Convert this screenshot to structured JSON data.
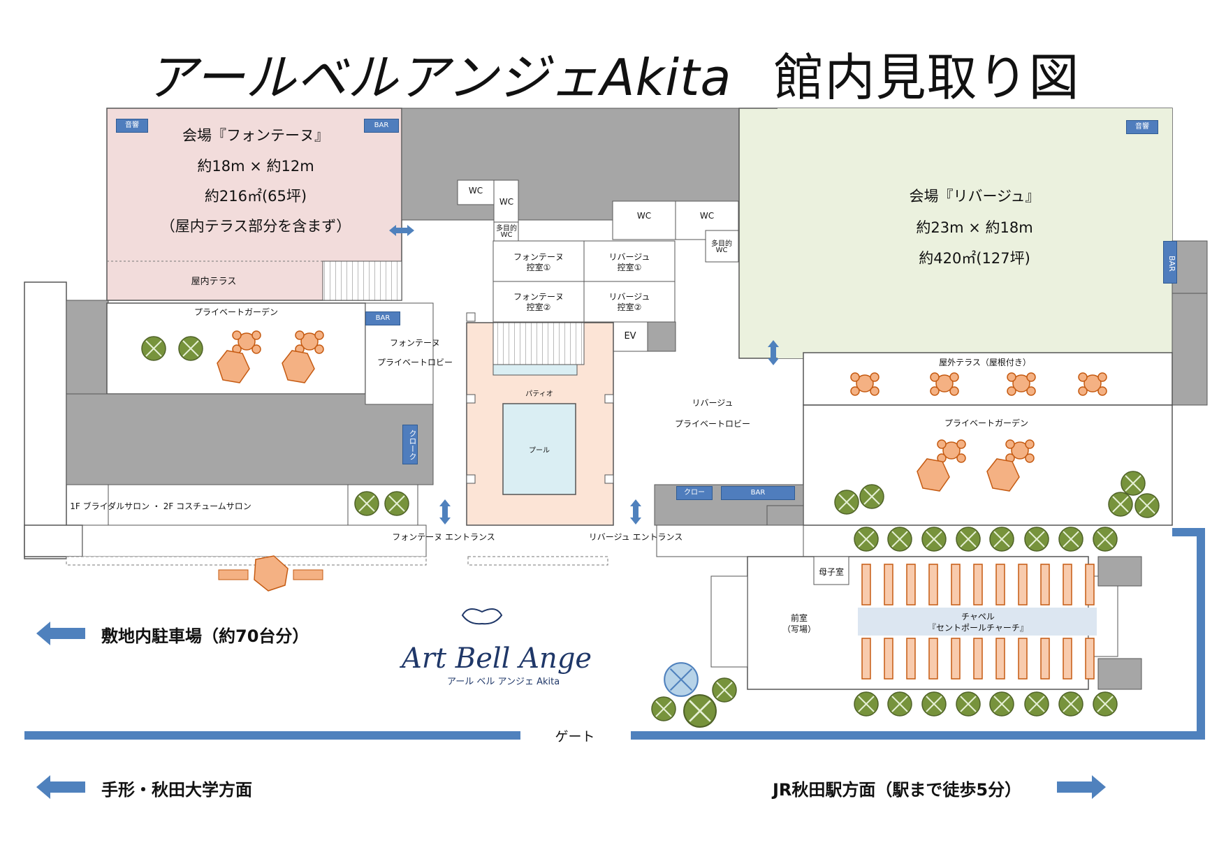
{
  "title": {
    "main": "アールベルアンジェAkita",
    "sub": "館内見取り図"
  },
  "halls": {
    "fontaine": {
      "name": "会場『フォンテーヌ』",
      "size": "約18m × 約12m",
      "area": "約216㎡(65坪)",
      "note": "（屋内テラス部分を含まず）"
    },
    "riviage": {
      "name": "会場『リバージュ』",
      "size": "約23m × 約18m",
      "area": "約420㎡(127坪)"
    }
  },
  "badges": {
    "sound": "音響",
    "bar": "BAR",
    "bar_vertical": "BAR",
    "cloak_vertical": "クローク",
    "cloak_short": "クロー",
    "ev": "EV"
  },
  "rooms": {
    "indoor_terrace": "屋内テラス",
    "private_garden": "プライベートガーデン",
    "fontaine_lobby_1": "フォンテーヌ",
    "fontaine_lobby_2": "プライベートロビー",
    "riviage_lobby_1": "リバージュ",
    "riviage_lobby_2": "プライベートロビー",
    "wc": "WC",
    "multi_wc_1": "多目的",
    "multi_wc_2": "WC",
    "fontaine_waiting_1a": "フォンテーヌ",
    "fontaine_waiting_1b": "控室①",
    "fontaine_waiting_2a": "フォンテーヌ",
    "fontaine_waiting_2b": "控室②",
    "riviage_waiting_1a": "リバージュ",
    "riviage_waiting_1b": "控室①",
    "riviage_waiting_2a": "リバージュ",
    "riviage_waiting_2b": "控室②",
    "patio": "パティオ",
    "pool": "プール",
    "outdoor_terrace": "屋外テラス（屋根付き）",
    "salon": "1F ブライダルサロン ・ 2F コスチュームサロン",
    "fontaine_entrance": "フォンテーヌ エントランス",
    "riviage_entrance": "リバージュ エントランス",
    "nursing_room": "母子室",
    "anteroom_1": "前室",
    "anteroom_2": "（写場）",
    "chapel_1": "チャペル",
    "chapel_2": "『セントポールチャーチ』",
    "gate": "ゲート"
  },
  "directions": {
    "parking": "敷地内駐車場（約70台分）",
    "tegata": "手形・秋田大学方面",
    "jr": "JR秋田駅方面（駅まで徒歩5分）"
  },
  "logo": {
    "name": "Art Bell Ange",
    "sub": "アール ベル アンジェ Akita"
  },
  "colors": {
    "fontaine_hall": "#f2dcdb",
    "riviage_hall": "#ebf1de",
    "patio": "#fce4d6",
    "pool": "#daeef3",
    "chapel_aisle": "#dce6f1",
    "gray_area": "#a6a6a6",
    "furniture_orange": "#f4b183",
    "tree_green": "#77933c",
    "accent_blue": "#4f81bd"
  }
}
